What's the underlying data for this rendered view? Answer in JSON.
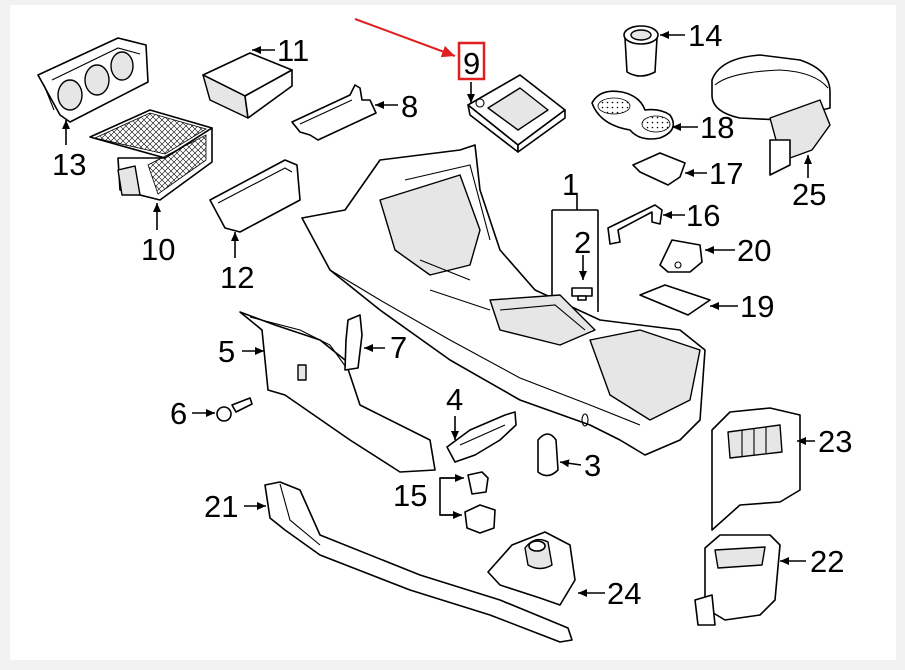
{
  "diagram": {
    "callouts": {
      "c1": "1",
      "c2": "2",
      "c3": "3",
      "c4": "4",
      "c5": "5",
      "c6": "6",
      "c7": "7",
      "c8": "8",
      "c9": "9",
      "c10": "10",
      "c11": "11",
      "c12": "12",
      "c13": "13",
      "c14": "14",
      "c15": "15",
      "c16": "16",
      "c17": "17",
      "c18": "18",
      "c19": "19",
      "c20": "20",
      "c21": "21",
      "c22": "22",
      "c23": "23",
      "c24": "24",
      "c25": "25"
    },
    "highlighted_part": "9"
  },
  "colors": {
    "highlight": "#e02020",
    "line": "#000000",
    "background": "#ffffff",
    "frame": "#f2f2f2"
  }
}
